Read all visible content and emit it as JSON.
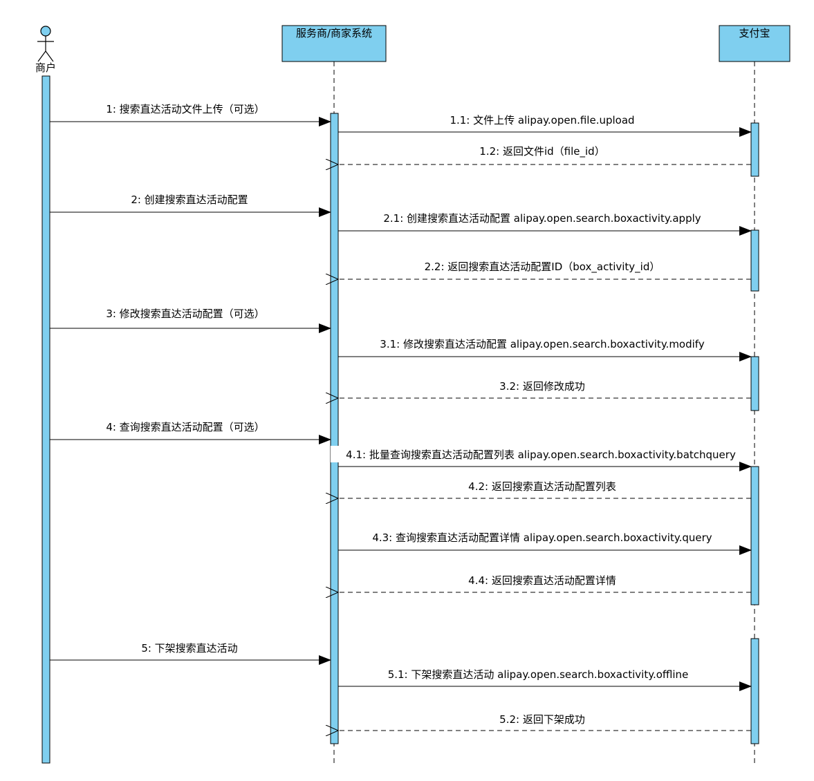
{
  "participants": {
    "actor": "商户",
    "system": "服务商/商家系统",
    "alipay": "支付宝"
  },
  "colors": {
    "fill": "#7fcfef",
    "stroke": "#000000"
  },
  "messages": {
    "m1": "1: 搜索直达活动文件上传（可选）",
    "m1_1": "1.1: 文件上传 alipay.open.file.upload",
    "m1_2": "1.2: 返回文件id（file_id）",
    "m2": "2: 创建搜索直达活动配置",
    "m2_1": "2.1: 创建搜索直达活动配置 alipay.open.search.boxactivity.apply",
    "m2_2": "2.2: 返回搜索直达活动配置ID（box_activity_id）",
    "m3": "3: 修改搜索直达活动配置（可选）",
    "m3_1": "3.1: 修改搜索直达活动配置 alipay.open.search.boxactivity.modify",
    "m3_2": "3.2: 返回修改成功",
    "m4": "4: 查询搜索直达活动配置（可选）",
    "m4_1": "4.1: 批量查询搜索直达活动配置列表 alipay.open.search.boxactivity.batchquery",
    "m4_2": "4.2: 返回搜索直达活动配置列表",
    "m4_3": "4.3: 查询搜索直达活动配置详情 alipay.open.search.boxactivity.query",
    "m4_4": "4.4: 返回搜索直达活动配置详情",
    "m5": "5: 下架搜索直达活动",
    "m5_1": "5.1: 下架搜索直达活动 alipay.open.search.boxactivity.offline",
    "m5_2": "5.2: 返回下架成功"
  }
}
